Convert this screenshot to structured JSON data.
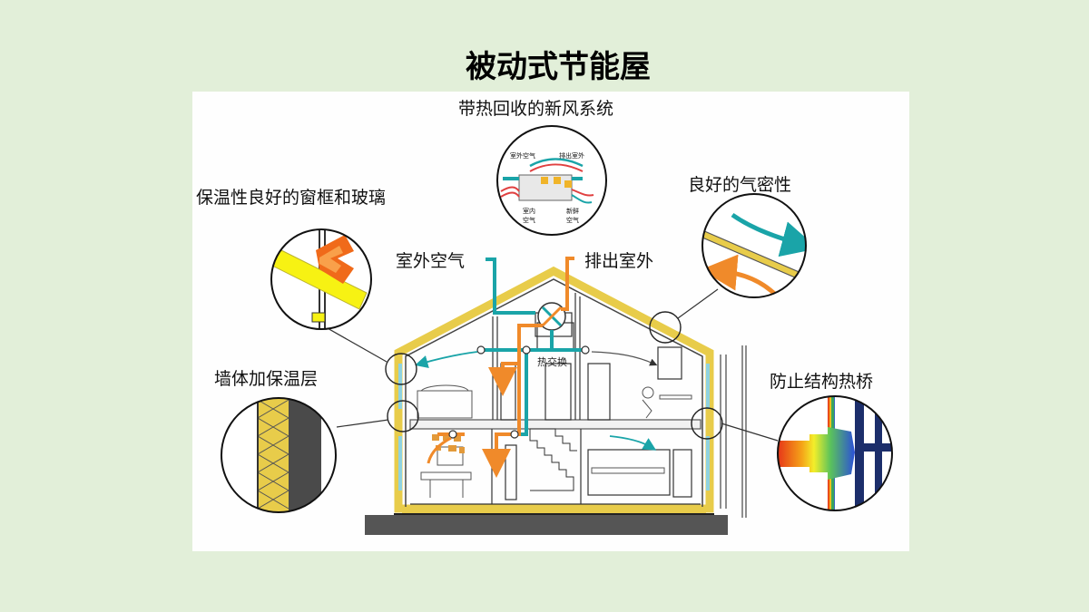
{
  "title": "被动式节能屋",
  "labels": {
    "ventilation": "带热回收的新风系统",
    "windows": "保温性良好的窗框和玻璃",
    "airtight": "良好的气密性",
    "outdoor_air": "室外空气",
    "exhaust": "排出室外",
    "wall": "墙体加保温层",
    "thermal_bridge": "防止结构热桥",
    "heat_exchange": "热交换"
  },
  "inset_vent": {
    "outdoor": "室外空气",
    "exhaust": "排出室外",
    "indoor_1": "室内",
    "indoor_2": "空气",
    "fresh_1": "新鲜",
    "fresh_2": "空气"
  },
  "colors": {
    "background": "#e2efd9",
    "insulation": "#e8cc4a",
    "fresh_air": "#1aa4a8",
    "exhaust_air": "#f08a2a"
  }
}
